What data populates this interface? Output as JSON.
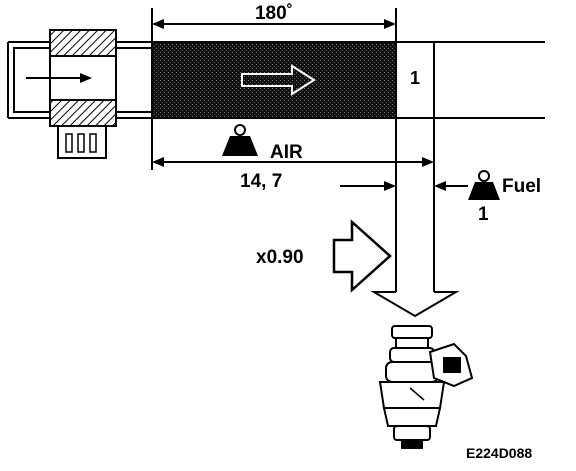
{
  "diagram": {
    "angle_label": "180˚",
    "air_label": "AIR",
    "ratio_label": "14, 7",
    "fuel_label": "Fuel",
    "fuel_value": "1",
    "duct_value": "1",
    "correction_label": "x0.90",
    "figure_code": "E224D088"
  },
  "colors": {
    "ink": "#000000",
    "paper": "#ffffff"
  },
  "icons": {
    "air_weight": "weight-icon",
    "fuel_weight": "weight-icon",
    "injector": "fuel-injector-icon",
    "airflow_meter": "air-flow-meter-icon"
  }
}
